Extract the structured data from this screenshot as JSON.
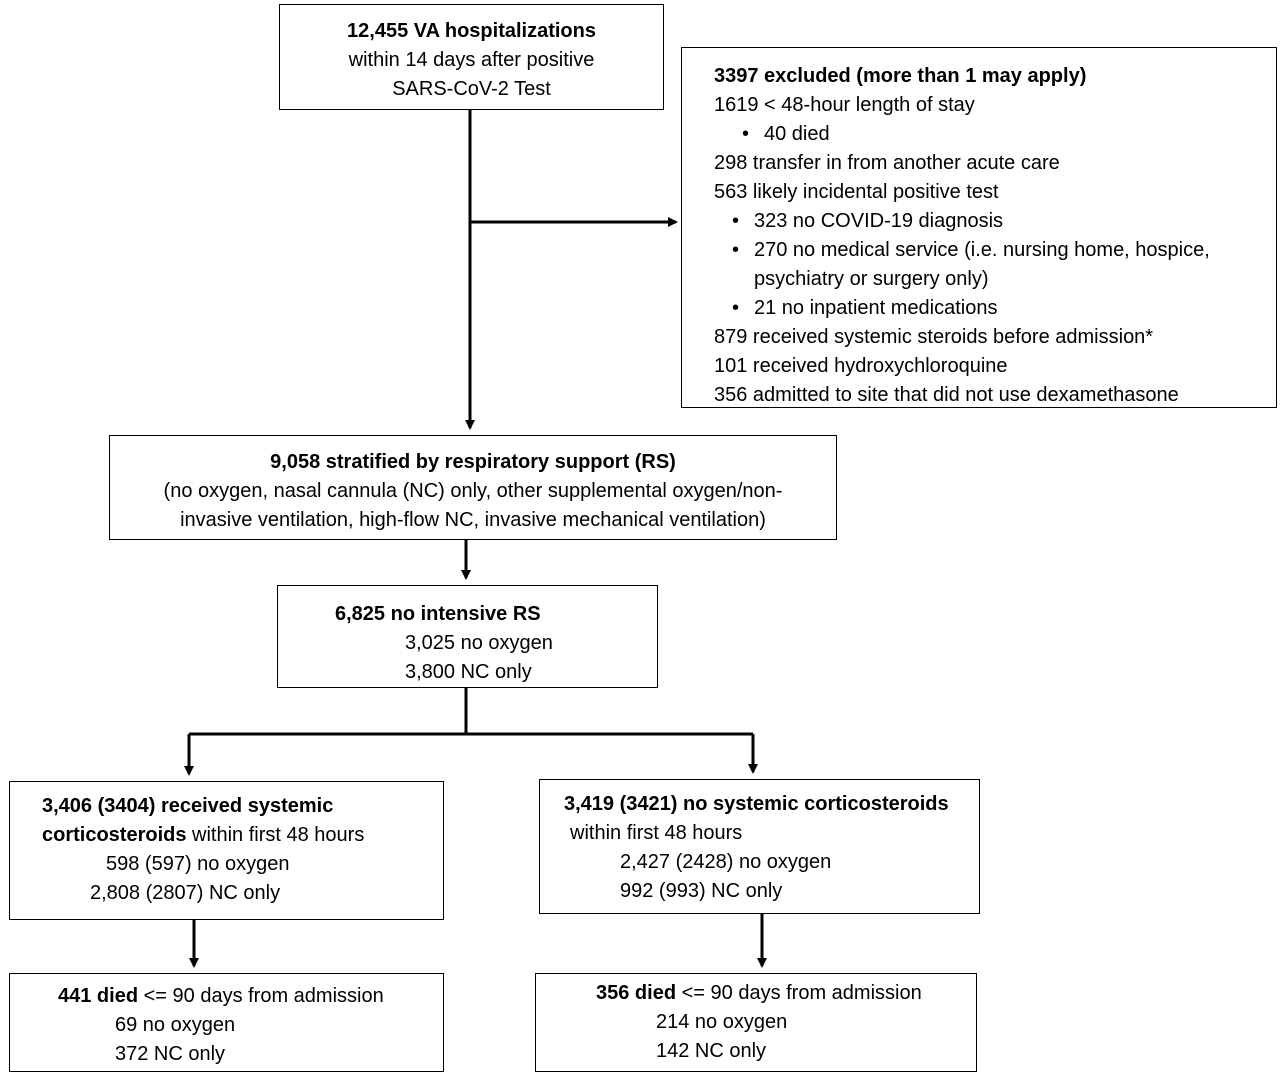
{
  "boxes": {
    "start": {
      "title": "12,455 VA hospitalizations",
      "line2": "within 14 days after positive",
      "line3": "SARS-CoV-2 Test"
    },
    "excluded": {
      "title": "3397 excluded (more than 1 may apply)",
      "lines": [
        {
          "text": "1619 < 48-hour length of stay",
          "bullet": false
        },
        {
          "text": "40 died",
          "bullet": true
        },
        {
          "text": "298 transfer in from another acute care",
          "bullet": false
        },
        {
          "text": "563 likely incidental positive test",
          "bullet": false
        },
        {
          "text": "323 no COVID-19 diagnosis",
          "bullet": true
        },
        {
          "text": "270 no medical service (i.e. nursing home, hospice,",
          "bullet": true
        },
        {
          "text": "psychiatry or surgery only)",
          "bullet": false,
          "cont": true
        },
        {
          "text": "21 no inpatient medications",
          "bullet": true
        },
        {
          "text": "879 received systemic steroids before admission*",
          "bullet": false
        },
        {
          "text": "101 received hydroxychloroquine",
          "bullet": false
        },
        {
          "text": "356 admitted to site that did not use dexamethasone",
          "bullet": false
        }
      ]
    },
    "stratified": {
      "title": "9,058 stratified  by respiratory support (RS)",
      "line2": "(no oxygen, nasal cannula (NC) only, other supplemental oxygen/non-",
      "line3": "invasive ventilation,  high-flow NC, invasive mechanical ventilation)"
    },
    "no_intensive": {
      "title": "6,825  no intensive RS",
      "line2": "3,025 no oxygen",
      "line3": "3,800 NC only"
    },
    "received": {
      "title_a": "3,406 (3404) received systemic",
      "title_b": "corticosteroids",
      "title_b_rest": " within first 48 hours",
      "line3": "598 (597) no oxygen",
      "line4": "2,808 (2807) NC only"
    },
    "not_received": {
      "title": "3,419 (3421) no systemic corticosteroids",
      "line2": "within first 48 hours",
      "line3": "2,427 (2428) no oxygen",
      "line4": "992 (993) NC only"
    },
    "died_left": {
      "title": "441 died",
      "title_rest": " <= 90 days from admission",
      "line2": "69 no oxygen",
      "line3": "372 NC only"
    },
    "died_right": {
      "title": "356 died",
      "title_rest": " <= 90 days from admission",
      "line2": "214 no oxygen",
      "line3": "142 NC only"
    }
  },
  "bullet_glyph": "•"
}
